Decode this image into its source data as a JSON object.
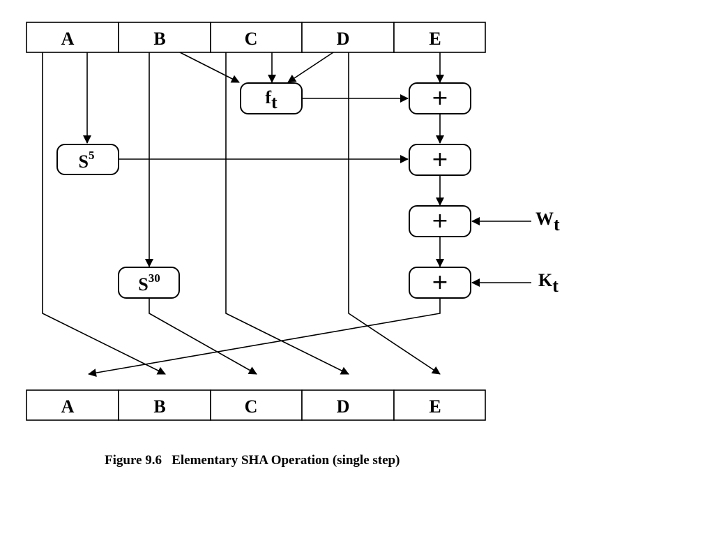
{
  "registers_top": [
    "A",
    "B",
    "C",
    "D",
    "E"
  ],
  "registers_bottom": [
    "A",
    "B",
    "C",
    "D",
    "E"
  ],
  "operations": {
    "ft": {
      "base": "f",
      "sub": "t"
    },
    "s5": {
      "base": "S",
      "sup": "5"
    },
    "s30": {
      "base": "S",
      "sup": "30"
    },
    "plus": [
      "+",
      "+",
      "+",
      "+"
    ]
  },
  "inputs": {
    "wt": {
      "base": "W",
      "sub": "t"
    },
    "kt": {
      "base": "K",
      "sub": "t"
    }
  },
  "caption": "Figure 9.6   Elementary SHA Operation (single step)"
}
